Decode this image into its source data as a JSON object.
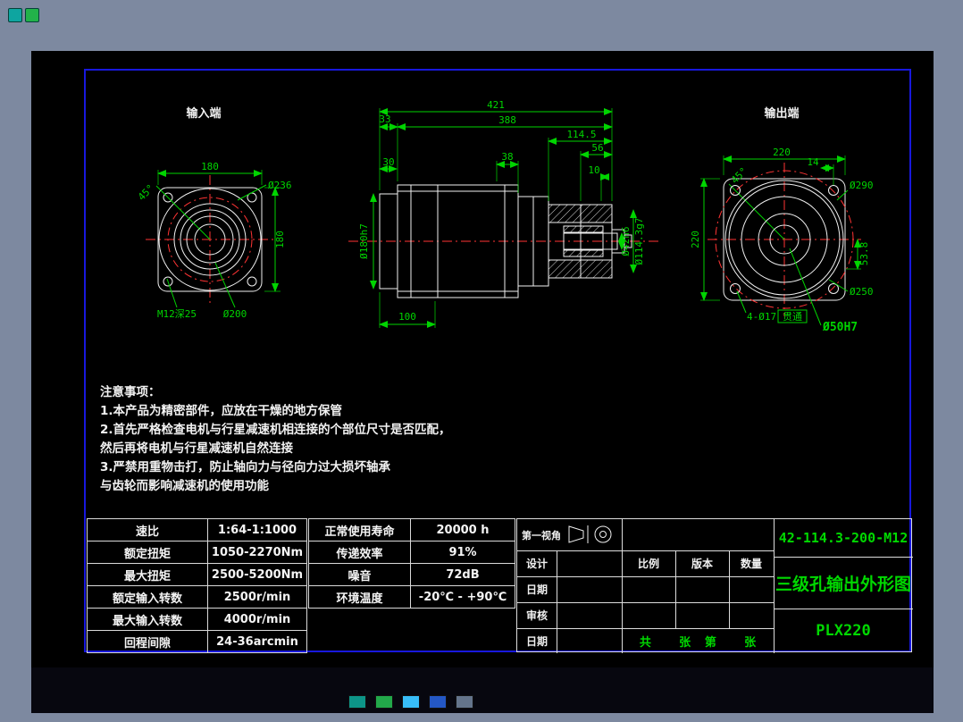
{
  "window": {
    "bg": "#7d89a0",
    "frame_blue": "#1818dd",
    "dim_green": "#00d400",
    "centerline_red": "#ff3434",
    "line_white": "#f0f0f0"
  },
  "views": {
    "input": {
      "title": "输入端",
      "dim_width": "180",
      "dim_height": "180",
      "dim_angle": "45°",
      "dim_outer": "Ø236",
      "dim_bolt": "Ø200",
      "dim_thread": "M12深25"
    },
    "side": {
      "dim_total": "421",
      "dim_388": "388",
      "dim_114_5": "114.5",
      "dim_56": "56",
      "dim_33": "33",
      "dim_30": "30",
      "dim_38": "38",
      "dim_10": "10",
      "dim_100": "100",
      "dim_bore": "Ø180h7",
      "dim_shaft": "Ø42h6",
      "dim_spigot": "Ø114.3g7"
    },
    "output": {
      "title": "输出端",
      "dim_width": "220",
      "dim_height": "220",
      "dim_14": "14",
      "dim_angle": "45°",
      "dim_d290": "Ø290",
      "dim_d250": "Ø250",
      "dim_53_8": "53.8",
      "dim_holes_prefix": "4-Ø17",
      "dim_holes_boxed": "贯通",
      "dim_bore": "Ø50H7"
    }
  },
  "notes": {
    "title": "注意事项：",
    "lines": [
      "1.本产品为精密部件，应放在干燥的地方保管",
      "2.首先严格检查电机与行星减速机相连接的个部位尺寸是否匹配，",
      "然后再将电机与行星减速机自然连接",
      "3.严禁用重物击打，防止轴向力与径向力过大损坏轴承",
      "与齿轮而影响减速机的使用功能"
    ]
  },
  "spec_table": {
    "left_rows": [
      [
        "速比",
        "1:64-1:1000"
      ],
      [
        "额定扭矩",
        "1050-2270Nm"
      ],
      [
        "最大扭矩",
        "2500-5200Nm"
      ],
      [
        "额定输入转数",
        "2500r/min"
      ],
      [
        "最大输入转数",
        "4000r/min"
      ],
      [
        "回程间隙",
        "24-36arcmin"
      ]
    ],
    "right_rows": [
      [
        "正常使用寿命",
        "20000 h"
      ],
      [
        "传递效率",
        "91%"
      ],
      [
        "噪音",
        "72dB"
      ],
      [
        "环境温度",
        "-20℃ - +90℃"
      ]
    ]
  },
  "title_block": {
    "projection_label": "第一视角",
    "design": "设计",
    "date1": "日期",
    "check": "审核",
    "date2": "日期",
    "scale": "比例",
    "version": "版本",
    "quantity": "数量",
    "sheet_text": "共    张  第    张",
    "part_code": "42-114.3-200-M12",
    "drawing_title": "三级孔输出外形图",
    "model": "PLX220"
  },
  "statusbar": {
    "tiles": [
      "teal-swatch",
      "green-swatch",
      "cyan-swatch",
      "blue-swatch",
      "gray-swatch"
    ]
  }
}
